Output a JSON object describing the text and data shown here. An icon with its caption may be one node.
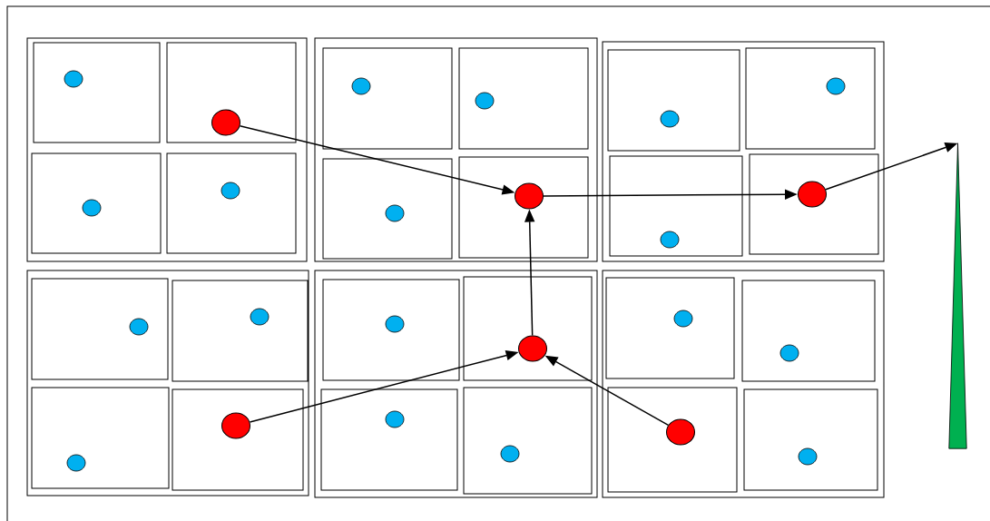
{
  "diagram": {
    "nodes": [
      {
        "text": [],
        "shape": "circle"
      },
      {
        "text": [],
        "shape": "circle"
      },
      {
        "text": [],
        "shape": "circle"
      },
      {
        "text": [],
        "shape": "circle"
      },
      {
        "text": [],
        "shape": "circle"
      },
      {
        "text": [],
        "shape": "circle"
      },
      {
        "text": [],
        "shape": "triangle"
      }
    ],
    "edges": [
      {
        "from": 0,
        "to": 1,
        "arrow": "to"
      },
      {
        "from": 1,
        "to": 2,
        "arrow": "to"
      },
      {
        "from": 2,
        "to": 6,
        "arrow": "to"
      },
      {
        "from": 3,
        "to": 1,
        "arrow": "to"
      },
      {
        "from": 4,
        "to": 3,
        "arrow": "to"
      },
      {
        "from": 5,
        "to": 3,
        "arrow": "to"
      }
    ]
  }
}
